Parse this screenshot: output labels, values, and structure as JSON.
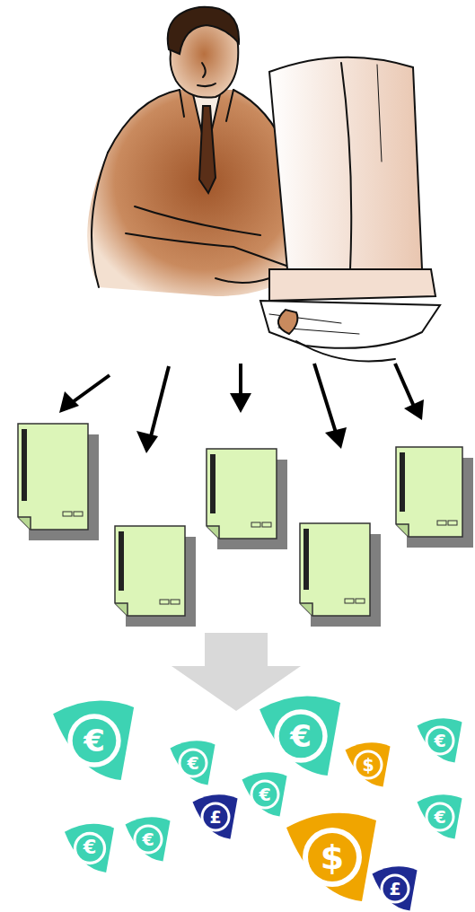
{
  "diagram": {
    "labels": [
      "€",
      "€",
      "€",
      "$",
      "€",
      "€",
      "£",
      "€",
      "€",
      "€",
      "$",
      "£"
    ]
  }
}
